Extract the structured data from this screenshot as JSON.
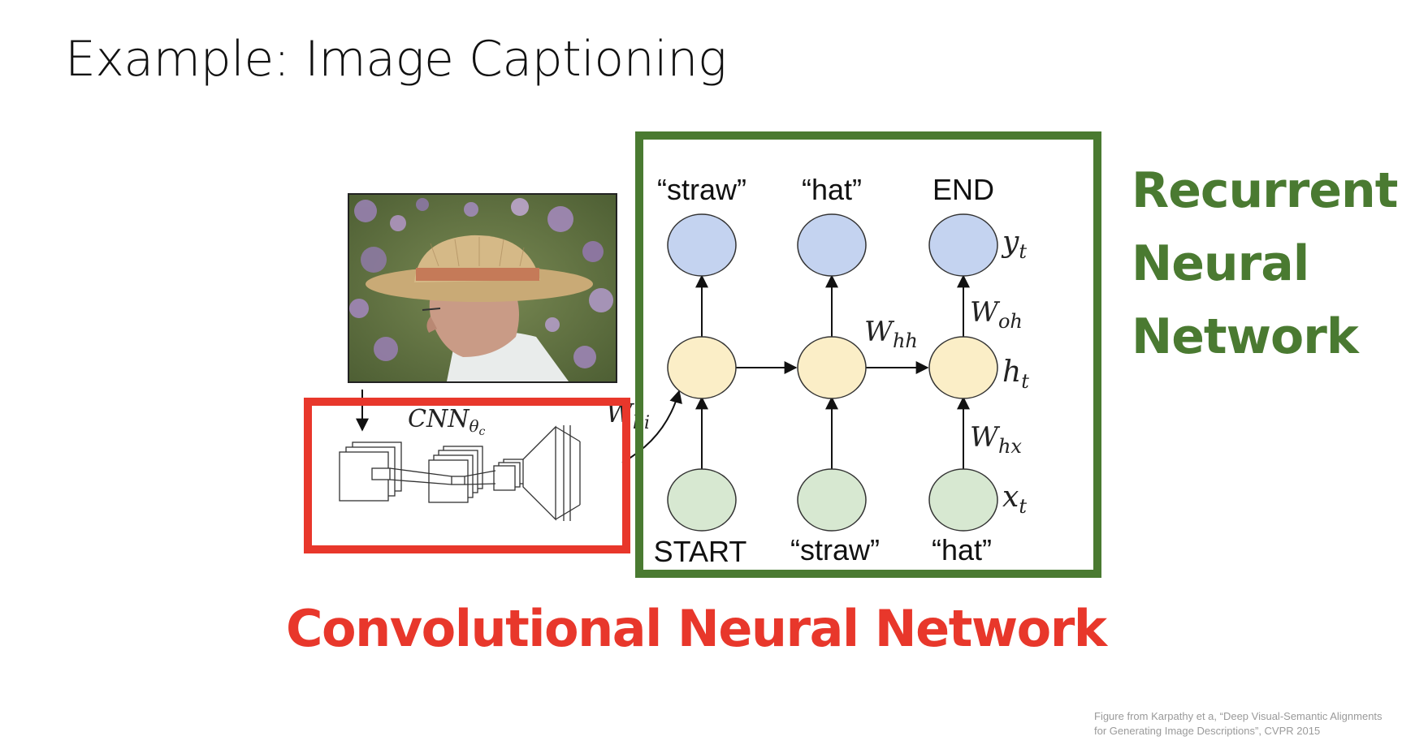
{
  "slide": {
    "title": "Example: Image Captioning",
    "rnn_label_lines": [
      "Recurrent",
      "Neural",
      "Network"
    ],
    "cnn_label": "Convolutional Neural Network",
    "citation_lines": [
      "Figure from Karpathy et a, “Deep Visual-Semantic Alignments",
      "for Generating Image Descriptions”, CVPR 2015"
    ]
  },
  "diagram": {
    "outputs": [
      "“straw”",
      "“hat”",
      "END"
    ],
    "inputs": [
      "START",
      "“straw”",
      "“hat”"
    ],
    "y_label": "y",
    "y_sub": "t",
    "h_label": "h",
    "h_sub": "t",
    "x_label": "x",
    "x_sub": "t",
    "w_hh": "W",
    "w_hh_sub": "hh",
    "w_oh": "W",
    "w_oh_sub": "oh",
    "w_hx": "W",
    "w_hx_sub": "hx",
    "w_hi": "W",
    "w_hi_sub": "hi",
    "cnn": "CNN",
    "cnn_sub": "θ",
    "cnn_subsub": "c"
  },
  "colors": {
    "rnn_green": "#4a7a31",
    "cnn_red": "#e8372b",
    "output_node": "#c4d3f0",
    "hidden_node": "#fbeec7",
    "input_node": "#d7e8d1"
  },
  "icons": {
    "photo": "man-in-straw-hat-photo"
  }
}
